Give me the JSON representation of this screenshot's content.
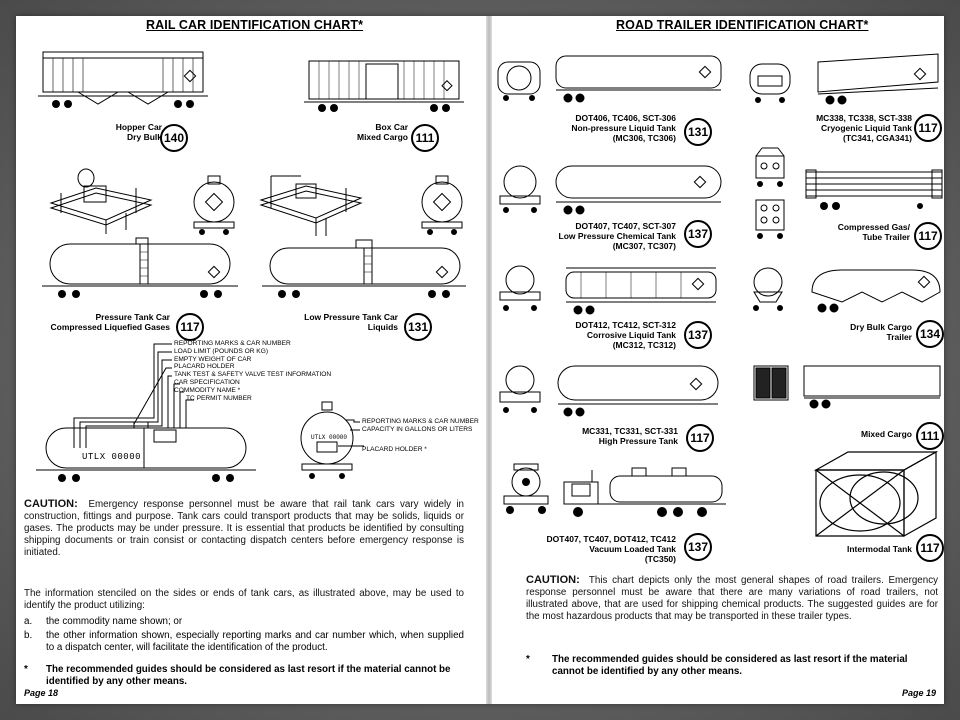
{
  "left_page": {
    "title": "RAIL CAR IDENTIFICATION CHART*",
    "items": [
      {
        "lines": [
          "Hopper Car",
          "Dry Bulk"
        ],
        "guide": "140"
      },
      {
        "lines": [
          "Box Car",
          "Mixed Cargo"
        ],
        "guide": "111"
      },
      {
        "lines": [
          "Pressure Tank Car",
          "Compressed Liquefied Gases"
        ],
        "guide": "117"
      },
      {
        "lines": [
          "Low Pressure Tank Car",
          "Liquids"
        ],
        "guide": "131"
      }
    ],
    "callouts_side": [
      "REPORTING MARKS & CAR NUMBER",
      "LOAD LIMIT (POUNDS OR KG)",
      "EMPTY WEIGHT OF CAR",
      "PLACARD HOLDER",
      "TANK TEST & SAFETY VALVE TEST INFORMATION",
      "CAR SPECIFICATION",
      "COMMODITY NAME *",
      "TC PERMIT NUMBER"
    ],
    "callouts_end": [
      "REPORTING MARKS & CAR NUMBER",
      "CAPACITY IN GALLONS OR LITERS",
      "PLACARD HOLDER *"
    ],
    "stencil": "UTLX 00000",
    "end_stencil": "UTLX 00000",
    "caution_label": "CAUTION:",
    "caution_text": "Emergency response personnel must be aware that rail tank cars vary widely in construction, fittings and purpose. Tank cars could transport products that may be solids, liquids or gases. The products may be under pressure. It is essential that products be identified by consulting shipping documents or train consist or contacting dispatch centers before emergency response is initiated.",
    "info_text": "The information stenciled on the sides or ends of tank cars, as illustrated above, may be used to identify the product utilizing:",
    "list": [
      {
        "marker": "a.",
        "text": "the commodity name shown; or"
      },
      {
        "marker": "b.",
        "text": "the other information shown, especially reporting marks and car number which, when supplied to a dispatch center, will facilitate the identification of the product."
      }
    ],
    "note_marker": "*",
    "note_text": "The recommended guides should be considered as last resort if the material cannot be identified by any other means.",
    "page_label": "Page 18"
  },
  "right_page": {
    "title": "ROAD TRAILER IDENTIFICATION CHART*",
    "items": [
      {
        "lines": [
          "DOT406, TC406, SCT-306",
          "Non-pressure Liquid Tank",
          "(MC306, TC306)"
        ],
        "guide": "131"
      },
      {
        "lines": [
          "MC338, TC338, SCT-338",
          "Cryogenic Liquid Tank",
          "(TC341, CGA341)"
        ],
        "guide": "117"
      },
      {
        "lines": [
          "DOT407, TC407, SCT-307",
          "Low Pressure Chemical Tank",
          "(MC307, TC307)"
        ],
        "guide": "137"
      },
      {
        "lines": [
          "Compressed Gas/",
          "Tube Trailer"
        ],
        "guide": "117"
      },
      {
        "lines": [
          "DOT412, TC412, SCT-312",
          "Corrosive Liquid Tank",
          "(MC312, TC312)"
        ],
        "guide": "137"
      },
      {
        "lines": [
          "Dry Bulk Cargo",
          "Trailer"
        ],
        "guide": "134"
      },
      {
        "lines": [
          "MC331, TC331, SCT-331",
          "High Pressure Tank"
        ],
        "guide": "117"
      },
      {
        "lines": [
          "Mixed Cargo"
        ],
        "guide": "111"
      },
      {
        "lines": [
          "DOT407, TC407, DOT412, TC412",
          "Vacuum Loaded Tank",
          "(TC350)"
        ],
        "guide": "137"
      },
      {
        "lines": [
          "Intermodal Tank"
        ],
        "guide": "117"
      }
    ],
    "caution_label": "CAUTION:",
    "caution_text": "This chart depicts only the most general shapes of road trailers. Emergency response personnel must be aware that there are many variations of road trailers, not illustrated above, that are used for shipping chemical products. The suggested guides are for the most hazardous products that may be transported in these trailer types.",
    "note_marker": "*",
    "note_text": "The recommended guides should be considered as last resort if the material cannot be identified by any other means.",
    "page_label": "Page 19"
  }
}
